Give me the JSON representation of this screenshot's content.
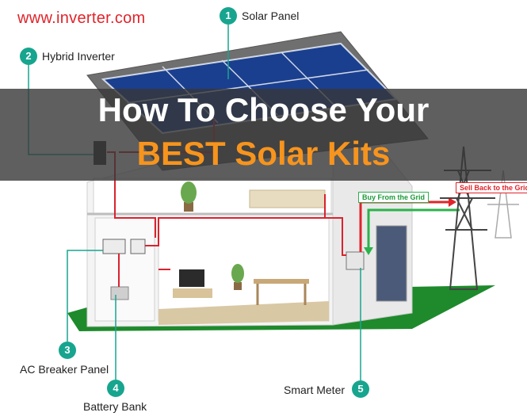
{
  "header": {
    "url": "www.inverter.com"
  },
  "title": {
    "line1": "How To Choose Your",
    "line2": "BEST Solar Kits"
  },
  "callouts": [
    {
      "num": "1",
      "label": "Solar Panel"
    },
    {
      "num": "2",
      "label": "Hybrid Inverter"
    },
    {
      "num": "3",
      "label": "AC Breaker Panel"
    },
    {
      "num": "4",
      "label": "Battery Bank"
    },
    {
      "num": "5",
      "label": "Smart Meter"
    }
  ],
  "grid": {
    "buy_label": "Buy From the Grid",
    "sell_label": "Sell Back to the Grid"
  },
  "colors": {
    "accent_teal": "#17a58f",
    "brand_red": "#e0242b",
    "title_orange": "#f7941d",
    "lawn_green": "#1e8a2c",
    "wire_red": "#d9232e",
    "buy_green": "#2bb24c"
  },
  "icons": [
    "solar-panel-icon",
    "inverter-icon",
    "breaker-panel-icon",
    "battery-icon",
    "smart-meter-icon",
    "transmission-tower-icon"
  ]
}
